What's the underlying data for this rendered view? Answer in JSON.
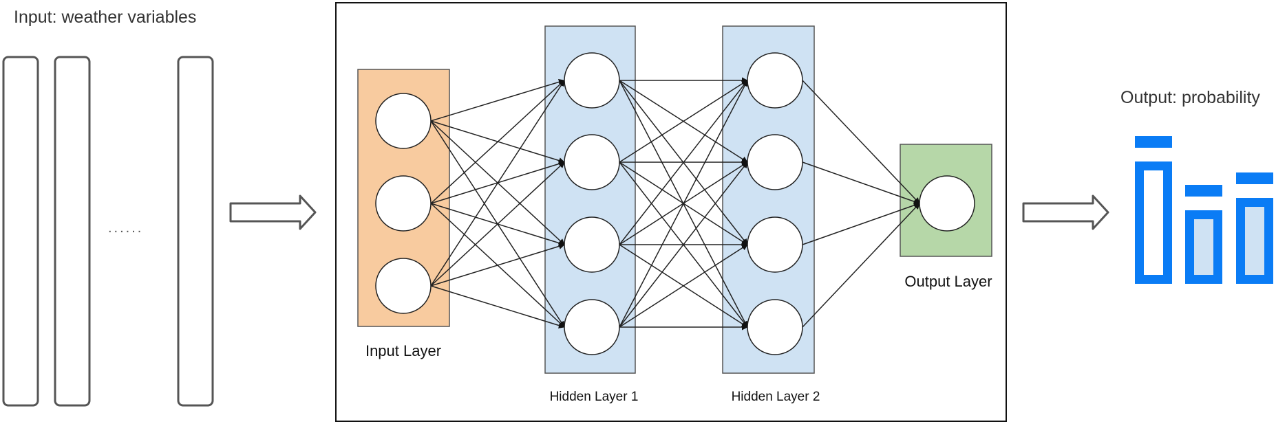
{
  "input_section": {
    "label": "Input: weather variables",
    "ellipsis": "......"
  },
  "network": {
    "input_layer_label": "Input Layer",
    "hidden1_label": "Hidden Layer 1",
    "hidden2_label": "Hidden Layer 2",
    "output_layer_label": "Output Layer",
    "neurons": {
      "input": 3,
      "hidden1": 4,
      "hidden2": 4,
      "output": 1
    },
    "colors": {
      "input_layer_fill": "#f8cb9f",
      "hidden_layer_fill": "#cfe2f3",
      "output_layer_fill": "#b6d7a8"
    }
  },
  "output_section": {
    "label": "Output: probability",
    "bar_color": "#0a7cf5",
    "bar_fill_color": "#cfe2f3",
    "bar_levels": [
      1.0,
      0.6,
      0.7
    ]
  }
}
